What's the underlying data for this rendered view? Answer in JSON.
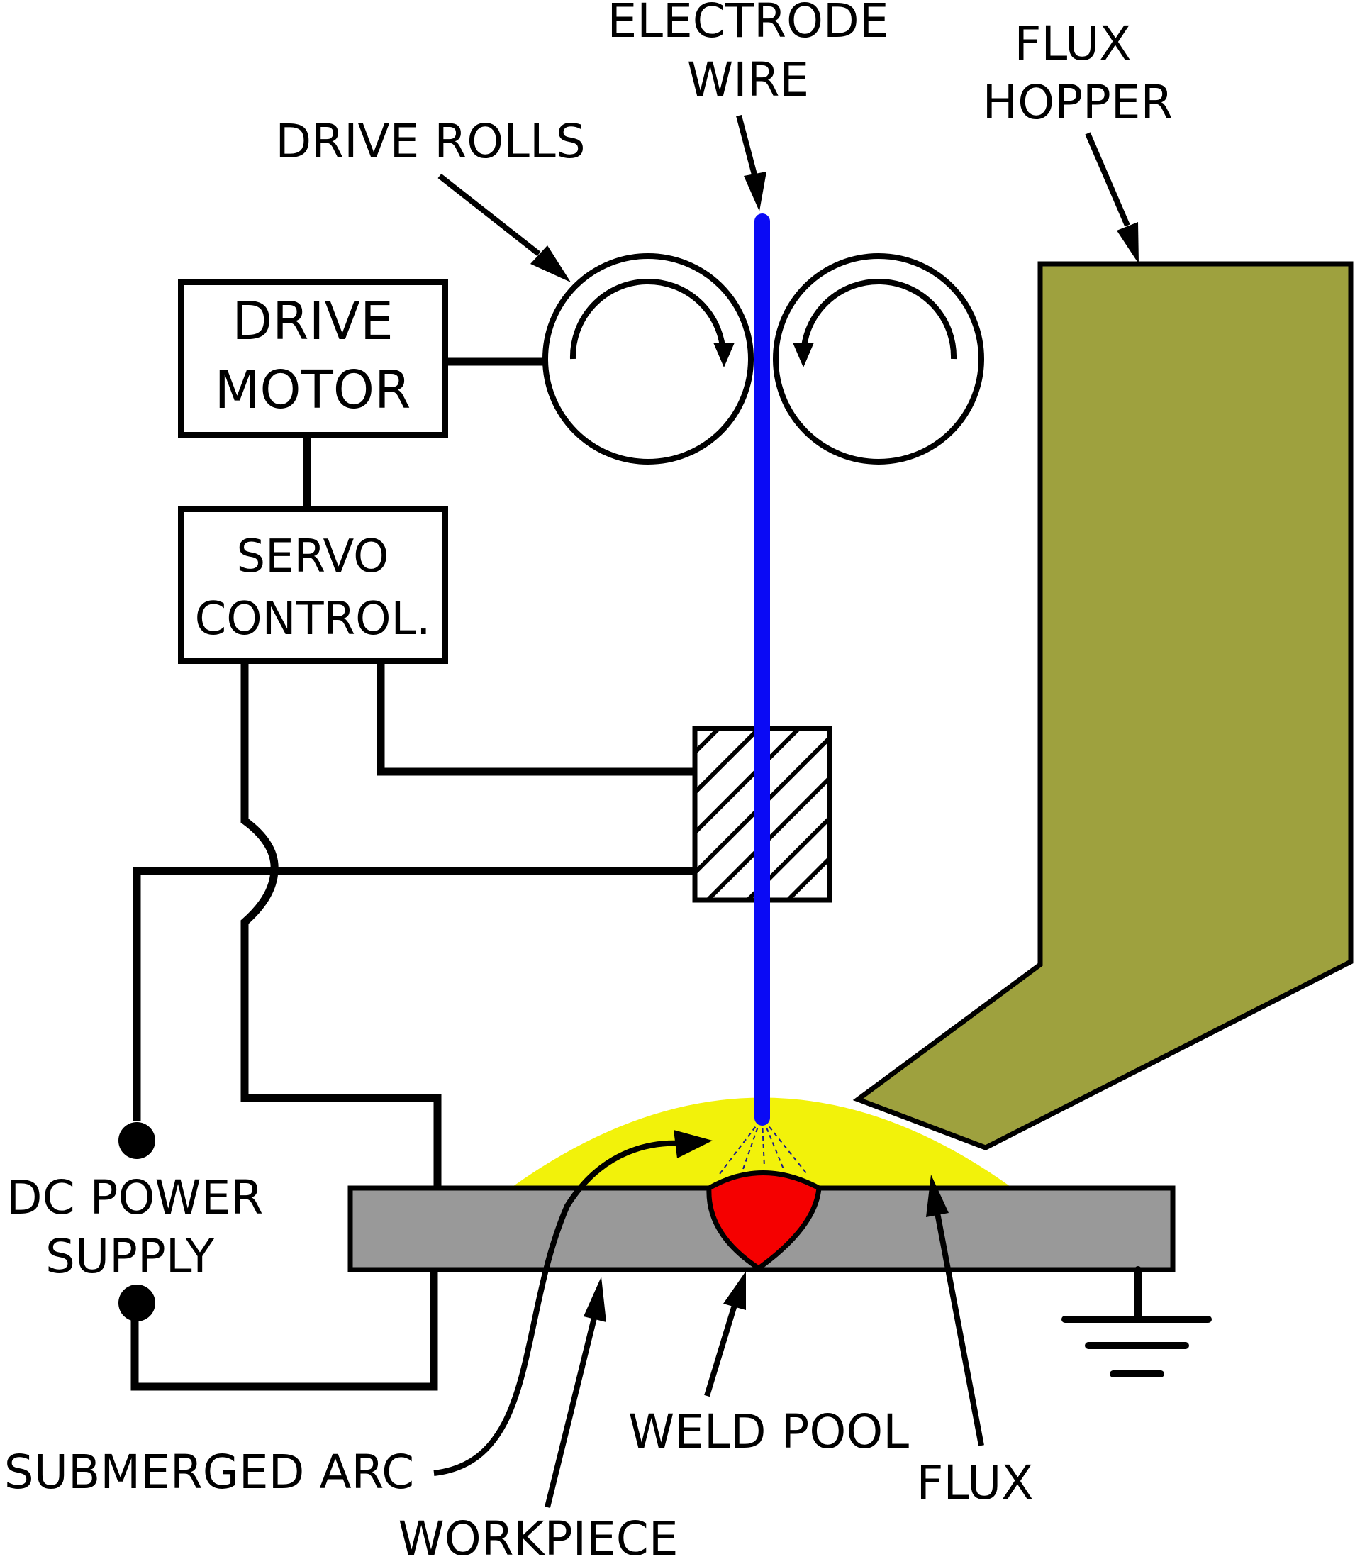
{
  "labels": {
    "electrode_wire_line1": "ELECTRODE",
    "electrode_wire_line2": "WIRE",
    "flux_hopper_line1": "FLUX",
    "flux_hopper_line2": "HOPPER",
    "drive_rolls": "DRIVE ROLLS",
    "drive_motor_line1": "DRIVE",
    "drive_motor_line2": "MOTOR",
    "servo_control_line1": "SERVO",
    "servo_control_line2": "CONTROL.",
    "dc_power_supply_line1": "DC POWER",
    "dc_power_supply_line2": "SUPPLY",
    "submerged_arc": "SUBMERGED ARC",
    "workpiece": "WORKPIECE",
    "weld_pool": "WELD POOL",
    "flux": "FLUX"
  },
  "colors": {
    "electrode_wire": "#0a0af5",
    "flux_hopper": "#9ea13e",
    "flux": "#f2f20a",
    "workpiece": "#999999",
    "weld_pool": "#f50000",
    "line": "#000000",
    "background": "#ffffff"
  }
}
